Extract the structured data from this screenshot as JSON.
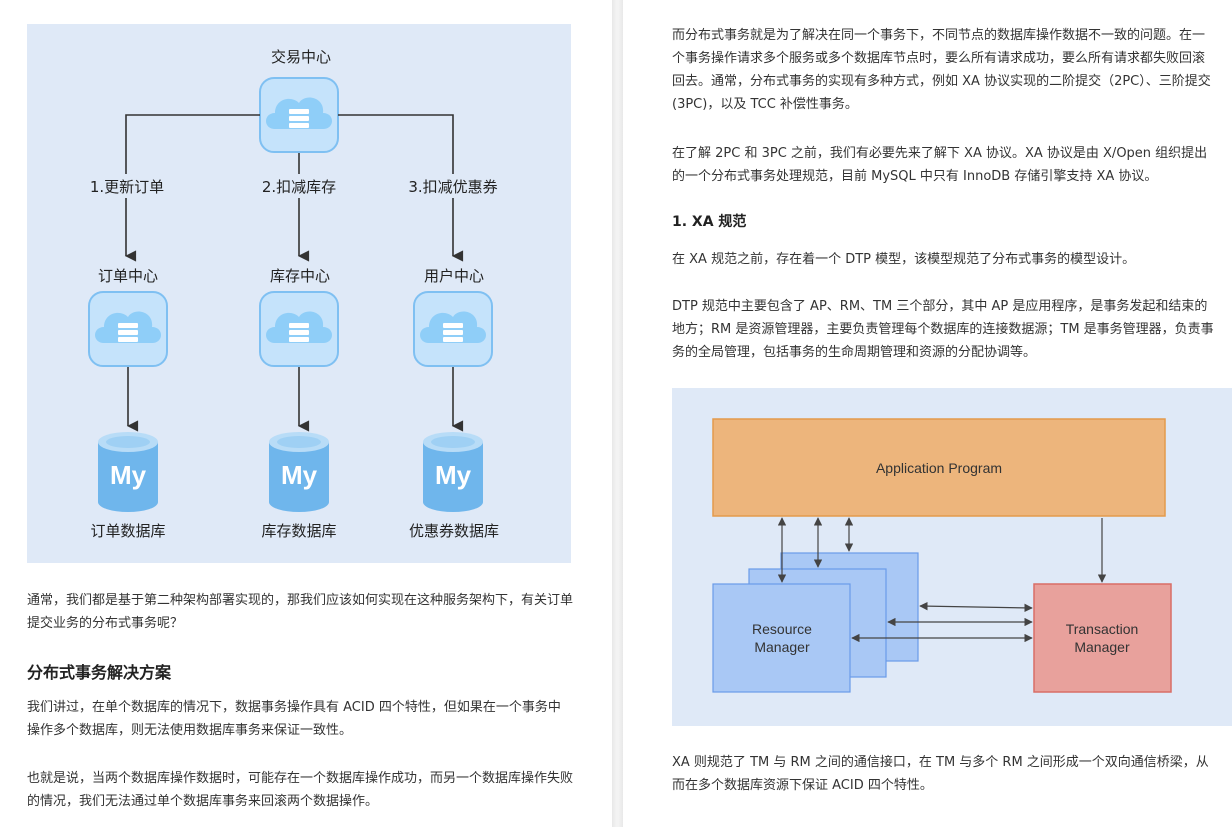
{
  "left": {
    "diagram": {
      "top_service": "交易中心",
      "steps": [
        "1.更新订单",
        "2.扣减库存",
        "3.扣减优惠券"
      ],
      "services": [
        "订单中心",
        "库存中心",
        "用户中心"
      ],
      "databases": [
        "订单数据库",
        "库存数据库",
        "优惠券数据库"
      ],
      "db_logo_text": "My"
    },
    "intro_paragraph": "通常，我们都是基于第二种架构部署实现的，那我们应该如何实现在这种服务架构下，有关订单提交业务的分布式事务呢？",
    "section_heading": "分布式事务解决方案",
    "para1": "我们讲过，在单个数据库的情况下，数据事务操作具有 ACID 四个特性，但如果在一个事务中操作多个数据库，则无法使用数据库事务来保证一致性。",
    "para2": "也就是说，当两个数据库操作数据时，可能存在一个数据库操作成功，而另一个数据库操作失败的情况，我们无法通过单个数据库事务来回滚两个数据操作。"
  },
  "right": {
    "para1": "而分布式事务就是为了解决在同一个事务下，不同节点的数据库操作数据不一致的问题。在一个事务操作请求多个服务或多个数据库节点时，要么所有请求成功，要么所有请求都失败回滚回去。通常，分布式事务的实现有多种方式，例如 XA 协议实现的二阶提交（2PC）、三阶提交 (3PC)，以及 TCC 补偿性事务。",
    "para2": "在了解 2PC 和 3PC 之前，我们有必要先来了解下 XA 协议。XA 协议是由 X/Open 组织提出的一个分布式事务处理规范，目前 MySQL 中只有 InnoDB 存储引擎支持 XA 协议。",
    "heading": "1. XA 规范",
    "para3": "在 XA 规范之前，存在着一个 DTP 模型，该模型规范了分布式事务的模型设计。",
    "para4": "DTP 规范中主要包含了 AP、RM、TM 三个部分，其中 AP 是应用程序，是事务发起和结束的地方；RM 是资源管理器，主要负责管理每个数据库的连接数据源；TM 是事务管理器，负责事务的全局管理，包括事务的生命周期管理和资源的分配协调等。",
    "diagram": {
      "app_program": "Application Program",
      "rm_line1": "Resource",
      "rm_line2": "Manager",
      "tm_line1": "Transaction",
      "tm_line2": "Manager",
      "colors": {
        "app": "#edb57c",
        "rm": "#a9c8f5",
        "tm": "#e8a19c",
        "bg": "#dfe9f7"
      }
    },
    "para5": "XA 则规范了 TM 与 RM 之间的通信接口，在 TM 与多个 RM 之间形成一个双向通信桥梁，从而在多个数据库资源下保证 ACID 四个特性。"
  }
}
